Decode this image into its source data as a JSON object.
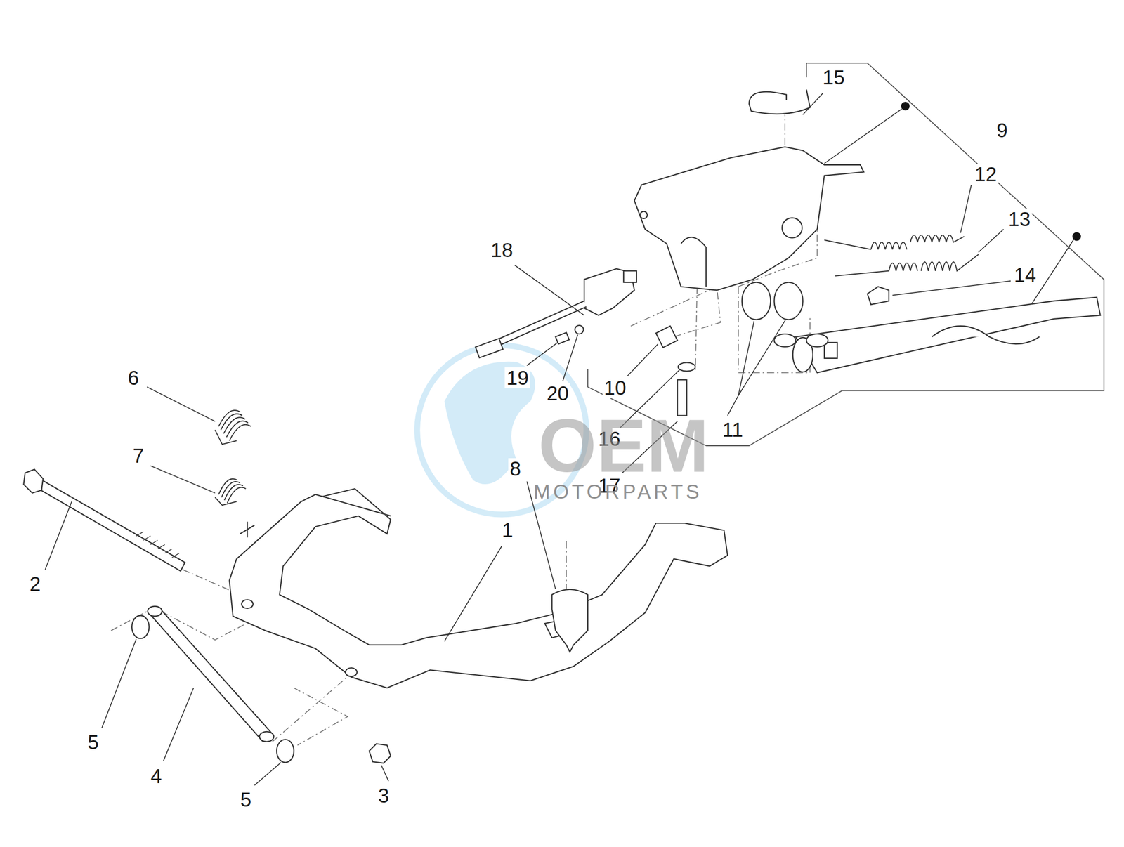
{
  "diagram": {
    "labels": [
      "15",
      "9",
      "12",
      "13",
      "18",
      "14",
      "6",
      "19",
      "20",
      "10",
      "16",
      "11",
      "7",
      "8",
      "17",
      "2",
      "1",
      "5",
      "4",
      "5",
      "3",
      "OEM",
      "MOTORPARTS"
    ]
  }
}
